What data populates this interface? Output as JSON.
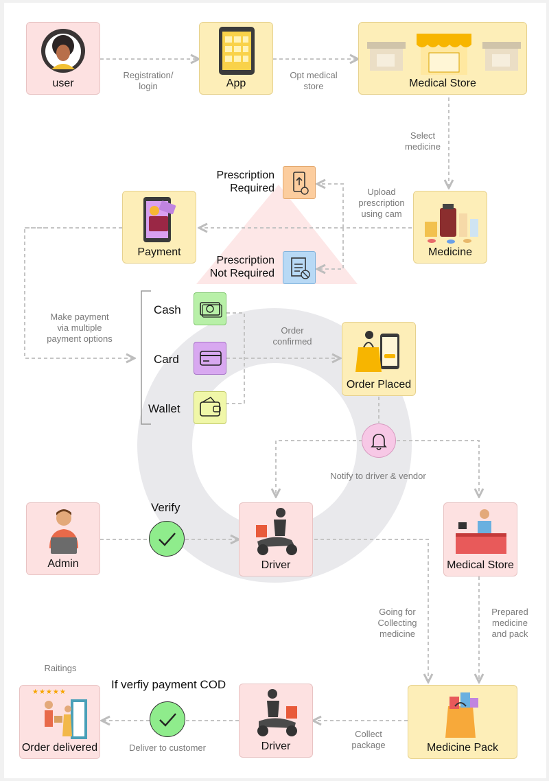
{
  "nodes": {
    "user": "user",
    "app": "App",
    "medical_store_top": "Medical Store",
    "medicine": "Medicine",
    "payment": "Payment",
    "prescription_required": [
      "Prescription",
      "Required"
    ],
    "prescription_not_required": [
      "Prescription",
      "Not Required"
    ],
    "order_placed": "Order Placed",
    "admin": "Admin",
    "driver_mid": "Driver",
    "medical_store_mid": "Medical Store",
    "medicine_pack": "Medicine Pack",
    "driver_bottom": "Driver",
    "order_delivered": "Order delivered"
  },
  "payment_options": [
    "Cash",
    "Card",
    "Wallet"
  ],
  "edges": {
    "registration": [
      "Registration/",
      "login"
    ],
    "opt_store": [
      "Opt medical",
      "store"
    ],
    "select_medicine": [
      "Select",
      "medicine"
    ],
    "upload": [
      "Upload",
      "prescription",
      "using cam"
    ],
    "make_payment": [
      "Make payment",
      "via multiple",
      "payment options"
    ],
    "order_confirmed": [
      "Order",
      "confirmed"
    ],
    "notify": "Notify to driver & vendor",
    "verify": "Verify",
    "going_for": [
      "Going for",
      "Collecting",
      "medicine"
    ],
    "prepared": [
      "Prepared",
      "medicine",
      "and pack"
    ],
    "collect": [
      "Collect",
      "package"
    ],
    "deliver": "Deliver to customer",
    "cod": "If verfiy payment COD",
    "ratings": "Raitings"
  },
  "colors": {
    "pink_card": "#fde1e1",
    "yellow_card": "#fdeeb8",
    "cash_icon": "#b8f0a8",
    "card_icon": "#d8a8f0",
    "wallet_icon": "#f0f7a8",
    "rx_required": "#fccd9e",
    "rx_not_required": "#b8d9f5",
    "check_circle": "#8fec8c",
    "bell_circle": "#f7c8e6",
    "ring": "#e9e9ec",
    "triangle": "#fde7e7"
  }
}
